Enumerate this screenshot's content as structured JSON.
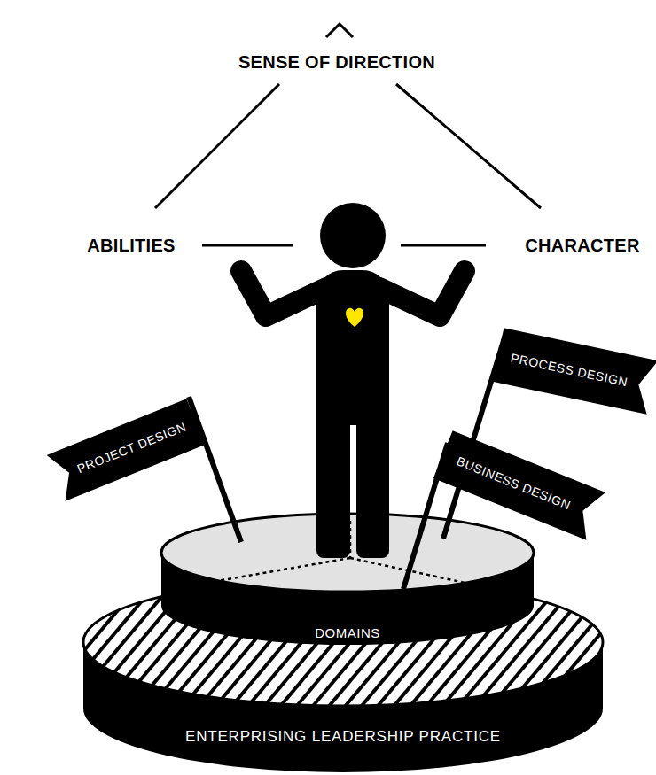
{
  "diagram": {
    "nodes": [
      {
        "text": [
          "PROCESS DESIGN"
        ]
      },
      {
        "text": [
          "PROJECT DESIGN"
        ]
      },
      {
        "text": [
          "BUSINESS DESIGN"
        ]
      },
      {
        "text": [
          "DOMAINS"
        ]
      },
      {
        "text": [
          "ENTERPRISING LEADERSHIP PRACTICE"
        ]
      }
    ],
    "labels": [
      "SENSE OF DIRECTION",
      "ABILITIES",
      "CHARACTER"
    ]
  }
}
